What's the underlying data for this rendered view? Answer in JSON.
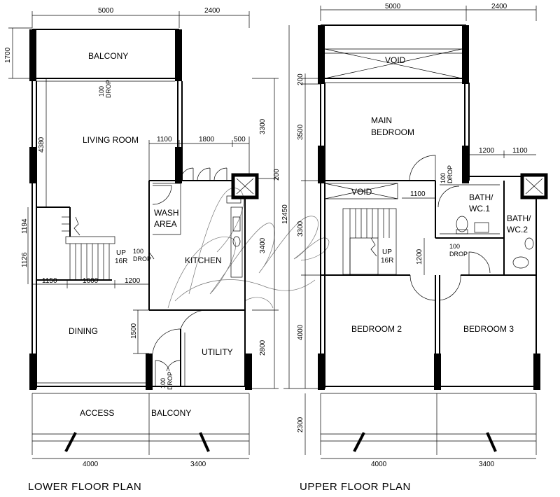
{
  "lower_floor": {
    "title": "LOWER FLOOR PLAN",
    "rooms": {
      "balcony": "BALCONY",
      "living_room": "LIVING ROOM",
      "wash_area_1": "WASH",
      "wash_area_2": "AREA",
      "kitchen": "KITCHEN",
      "dining": "DINING",
      "utility": "UTILITY",
      "access": "ACCESS",
      "access_balcony": "BALCONY"
    },
    "labels": {
      "drop_100": "100",
      "drop": "DROP",
      "up": "UP",
      "risers": "16R"
    },
    "dims": {
      "top_left": "5000",
      "top_right": "2400",
      "left_1700": "1700",
      "left_4380": "4380",
      "left_1194": "1194",
      "left_1126": "1126",
      "d1100": "1100",
      "d1800": "1800",
      "d500": "500",
      "d1150": "1150",
      "d1600": "1600",
      "d1200": "1200",
      "d1500": "1500",
      "right_3300": "3300",
      "right_200": "200",
      "right_3400": "3400",
      "right_2800": "2800",
      "bottom_left": "4000",
      "bottom_right": "3400"
    }
  },
  "upper_floor": {
    "title": "UPPER FLOOR PLAN",
    "rooms": {
      "void_top": "VOID",
      "main_bedroom_1": "MAIN",
      "main_bedroom_2": "BEDROOM",
      "void_mid": "VOID",
      "bath1_1": "BATH/",
      "bath1_2": "WC.1",
      "bath2_1": "BATH/",
      "bath2_2": "WC.2",
      "bedroom2": "BEDROOM 2",
      "bedroom3": "BEDROOM 3"
    },
    "labels": {
      "drop_100": "100",
      "drop": "DROP",
      "up": "UP",
      "risers": "16R"
    },
    "dims": {
      "top_left": "5000",
      "top_right": "2400",
      "left_200": "200",
      "left_3500": "3500",
      "left_3300": "3300",
      "left_12450": "12450",
      "left_4000": "4000",
      "left_2300": "2300",
      "d1200": "1200",
      "d1100": "1100",
      "d1100b": "1100",
      "d1200v": "1200",
      "bottom_left": "4000",
      "bottom_right": "3400"
    }
  }
}
